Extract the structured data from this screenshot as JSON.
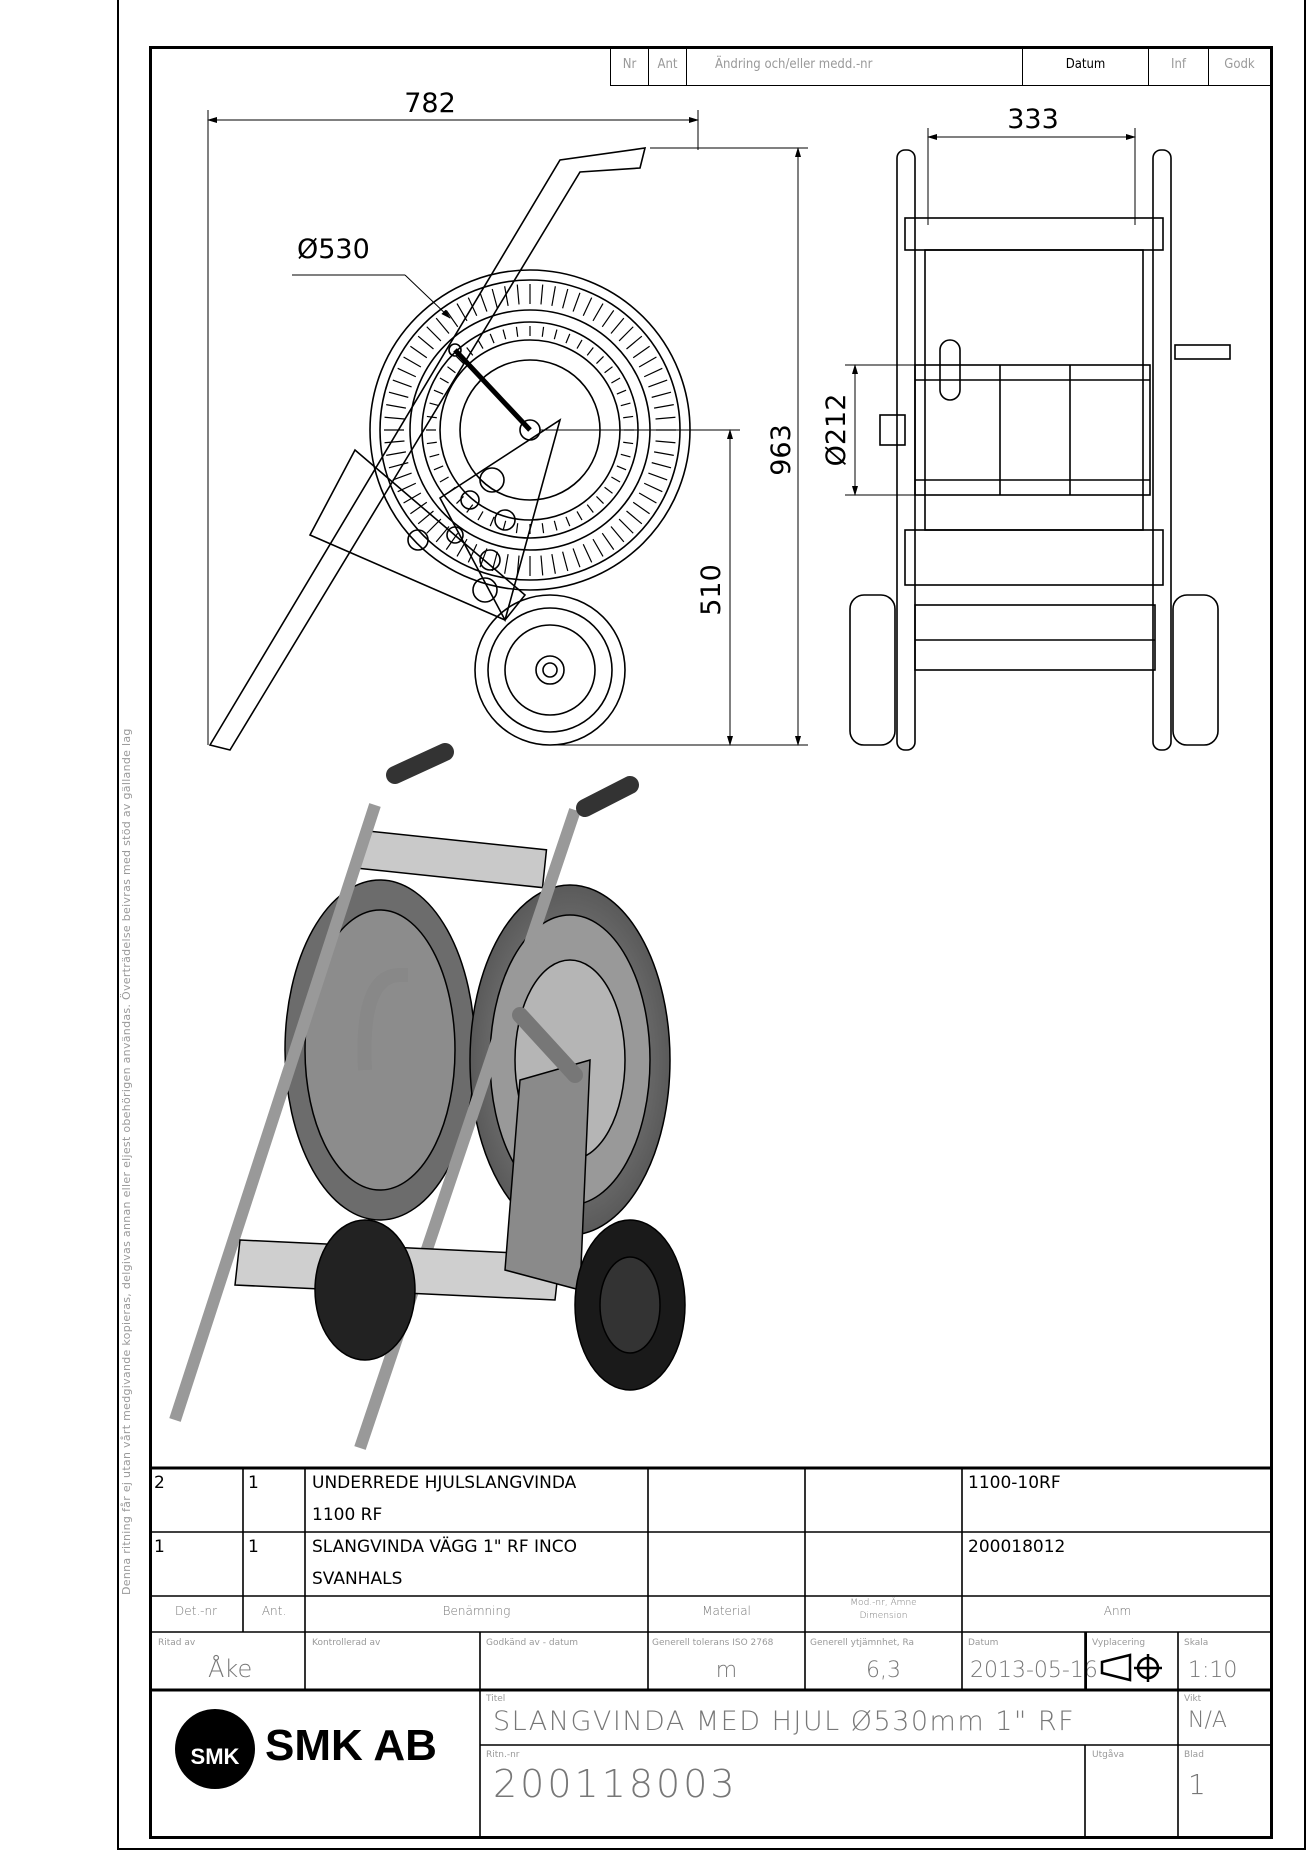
{
  "side_notice": "Denna ritning får ej utan vårt medgivande kopieras, delgivas annan eller eljest obehörigen användas. Överträdelse beivras med stöd av gällande lag",
  "revision_header": {
    "nr": "Nr",
    "ant": "Ant",
    "change": "Ändring och/eller medd.-nr",
    "date": "Datum",
    "inf": "Inf",
    "approved": "Godk"
  },
  "dimensions": {
    "width": "782",
    "reel_diameter": "Ø530",
    "frame_width": "333",
    "height": "963",
    "axle_height": "510",
    "drum_diameter": "Ø212"
  },
  "parts": [
    {
      "det": "2",
      "ant": "1",
      "name_line1": "UNDERREDE HJULSLANGVINDA",
      "name_line2": "1100 RF",
      "material": "",
      "dimension": "",
      "remark": "1100-10RF"
    },
    {
      "det": "1",
      "ant": "1",
      "name_line1": "SLANGVINDA VÄGG 1\" RF INCO",
      "name_line2": "SVANHALS",
      "material": "",
      "dimension": "",
      "remark": "200018012"
    }
  ],
  "parts_header": {
    "det": "Det.-nr",
    "ant": "Ant.",
    "name": "Benämning",
    "material": "Material",
    "dimension_line1": "Mod.-nr, Ämne",
    "dimension_line2": "Dimension",
    "remark": "Anm"
  },
  "title_block": {
    "drawn_by_label": "Ritad av",
    "drawn_by": "Åke",
    "checked_label": "Kontrollerad av",
    "approved_label": "Godkänd av - datum",
    "tolerance_label": "Generell tolerans ISO 2768",
    "tolerance": "m",
    "roughness_label": "Generell ytjämnhet, Ra",
    "roughness": "6,3",
    "date_label": "Datum",
    "date": "2013-05-16",
    "projection_label": "Vyplacering",
    "scale_label": "Skala",
    "scale": "1:10",
    "title_label": "Titel",
    "title": "SLANGVINDA MED HJUL Ø530mm 1\"  RF",
    "weight_label": "Vikt",
    "weight": "N/A",
    "drawing_no_label": "Ritn.-nr",
    "drawing_no": "200118003",
    "issue_label": "Utgåva",
    "issue": "",
    "sheet_label": "Blad",
    "sheet": "1",
    "company": "SMK AB",
    "logo_letters": "SMK"
  }
}
